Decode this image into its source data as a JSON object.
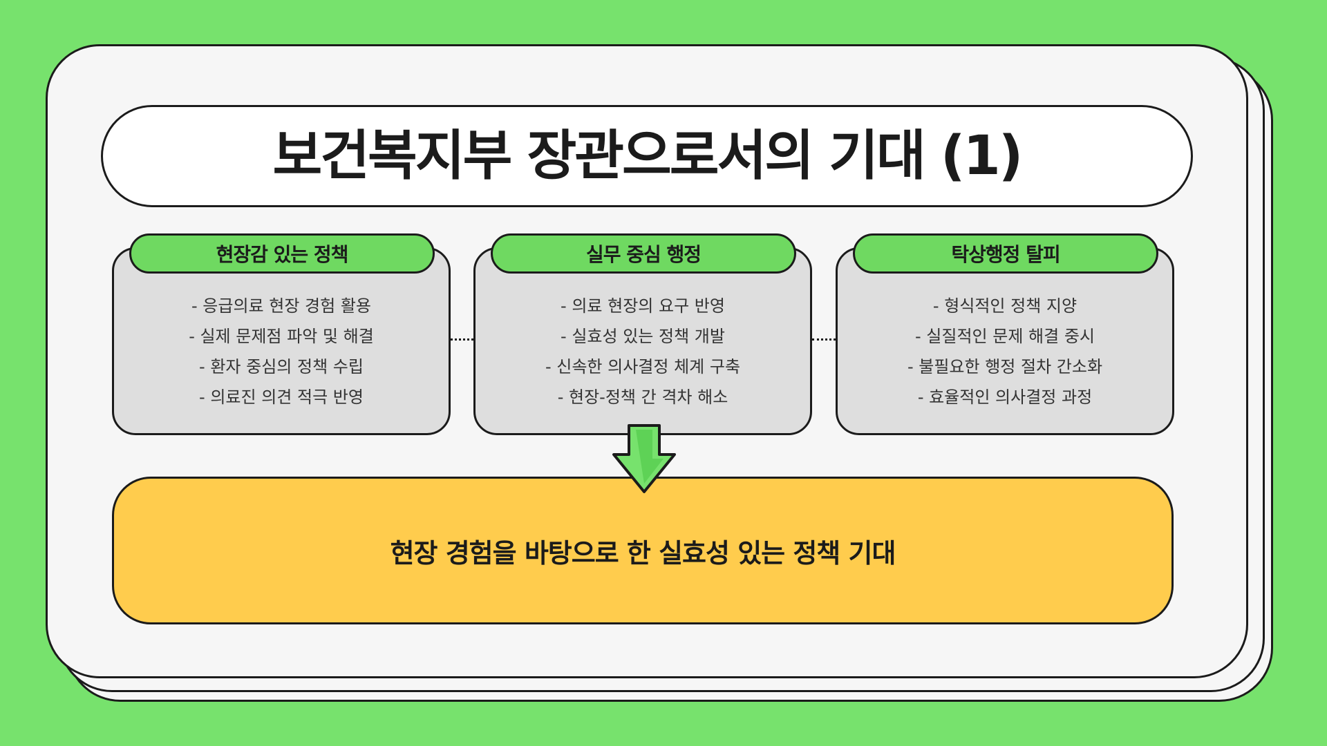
{
  "title": "보건복지부 장관으로서의 기대 (1)",
  "columns": [
    {
      "heading": "현장감 있는 정책",
      "items": [
        "- 응급의료 현장 경험 활용",
        "- 실제 문제점 파악 및 해결",
        "- 환자 중심의 정책 수립",
        "- 의료진 의견 적극 반영"
      ]
    },
    {
      "heading": "실무 중심 행정",
      "items": [
        "- 의료 현장의 요구 반영",
        "- 실효성 있는 정책 개발",
        "- 신속한 의사결정 체계 구축",
        "- 현장-정책 간 격차 해소"
      ]
    },
    {
      "heading": "탁상행정 탈피",
      "items": [
        "- 형식적인 정책 지양",
        "- 실질적인 문제 해결 중시",
        "- 불필요한 행정 절차 간소화",
        "- 효율적인 의사결정 과정"
      ]
    }
  ],
  "conclusion": "현장 경험을 바탕으로 한 실효성 있는 정책 기대",
  "colors": {
    "background": "#77e26d",
    "tab": "#6fd961",
    "box": "#dedede",
    "conclusion": "#ffcc4d",
    "outline": "#1b1b1b"
  }
}
